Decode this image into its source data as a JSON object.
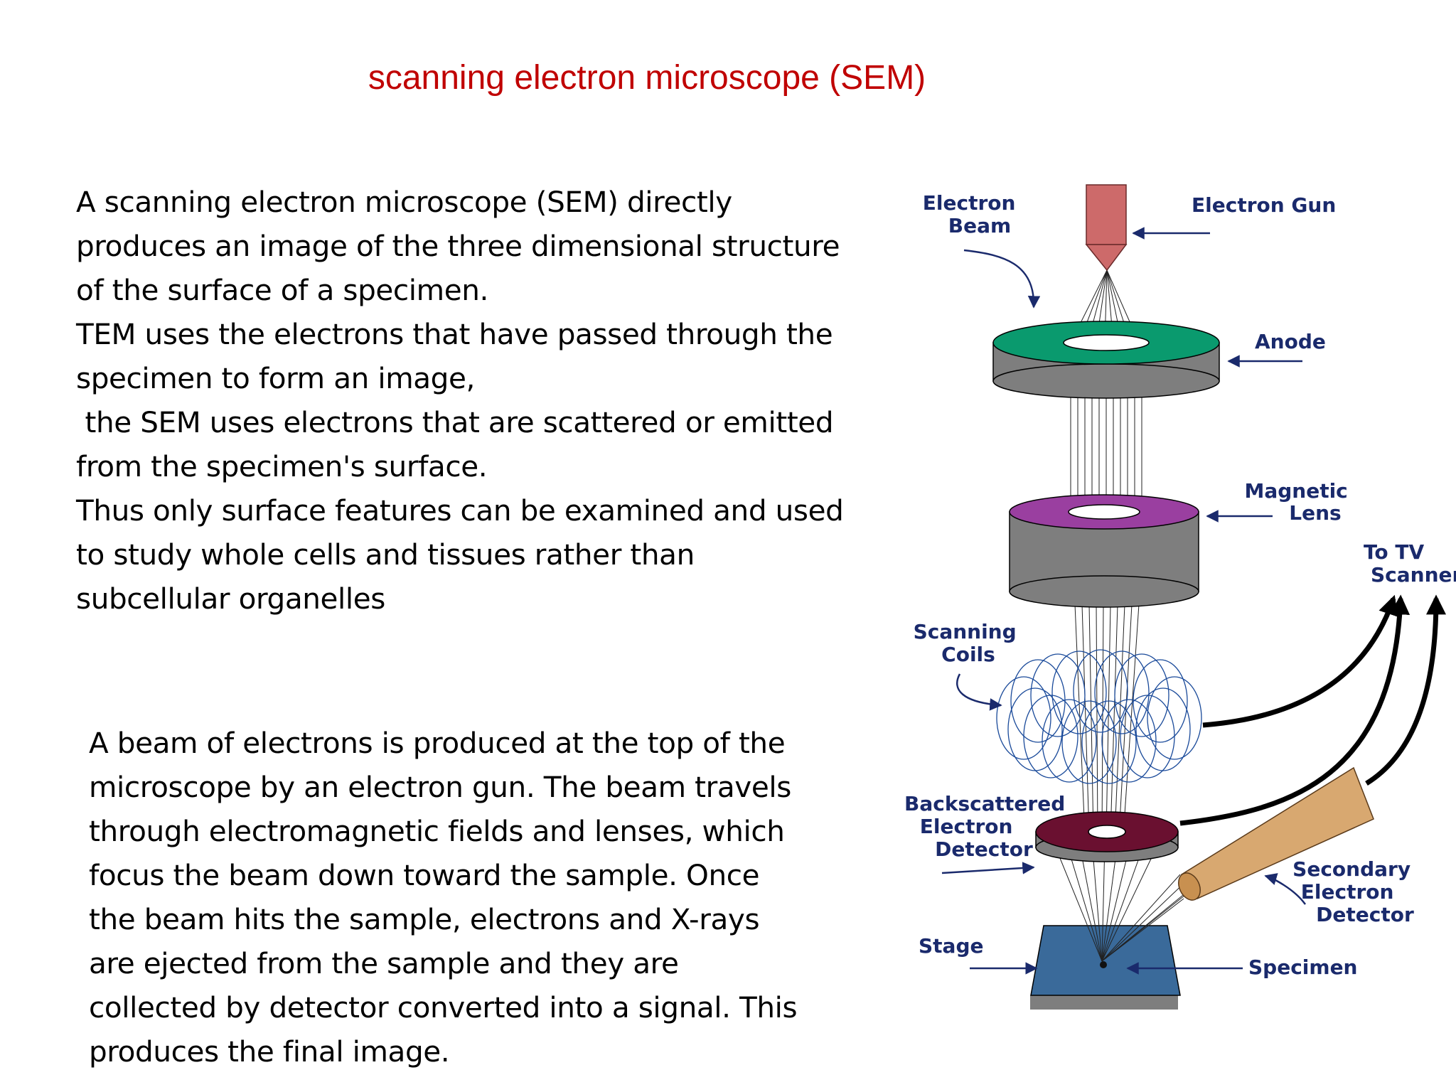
{
  "title": "scanning electron microscope (SEM)",
  "paragraph1": {
    "lines": [
      "A scanning electron microscope (SEM) directly",
      "produces an image of the three dimensional structure",
      "of the surface of a specimen.",
      "TEM uses the electrons that have passed through the",
      "specimen to form an image,",
      " the SEM uses electrons that are scattered or emitted",
      "from the specimen's surface.",
      "Thus only surface features can be examined and used",
      "to study whole cells and tissues rather than",
      "subcellular organelles"
    ]
  },
  "paragraph2": {
    "lines": [
      "A beam of electrons is produced at the top of the",
      "microscope by an electron gun. The beam travels",
      "through electromagnetic fields and lenses, which",
      "focus the beam down toward the sample. Once",
      "the beam hits the sample, electrons and X-rays",
      "are ejected from the sample and they are",
      "collected by detector converted into a signal. This",
      "produces the final image."
    ]
  },
  "diagram": {
    "labels": {
      "electron_beam": [
        "Electron",
        "Beam"
      ],
      "electron_gun": "Electron Gun",
      "anode": "Anode",
      "magnetic_lens": [
        "Magnetic",
        "Lens"
      ],
      "to_tv_scanner": [
        "To TV",
        "Scanner"
      ],
      "scanning_coils": [
        "Scanning",
        "Coils"
      ],
      "backscattered_detector": [
        "Backscattered",
        "Electron",
        "Detector"
      ],
      "secondary_detector": [
        "Secondary",
        "Electron",
        "Detector"
      ],
      "stage": "Stage",
      "specimen": "Specimen"
    },
    "colors": {
      "gun": "#cd6a6a",
      "anode_top": "#0a9a6e",
      "lens_top": "#9a3fa0",
      "body_gray": "#7e7e7e",
      "coil_blue": "#1a4a9a",
      "detector_top": "#6a1030",
      "secondary_detector": "#d8a870",
      "stage": "#3a6a9a",
      "label": "#1a2a6c"
    }
  }
}
